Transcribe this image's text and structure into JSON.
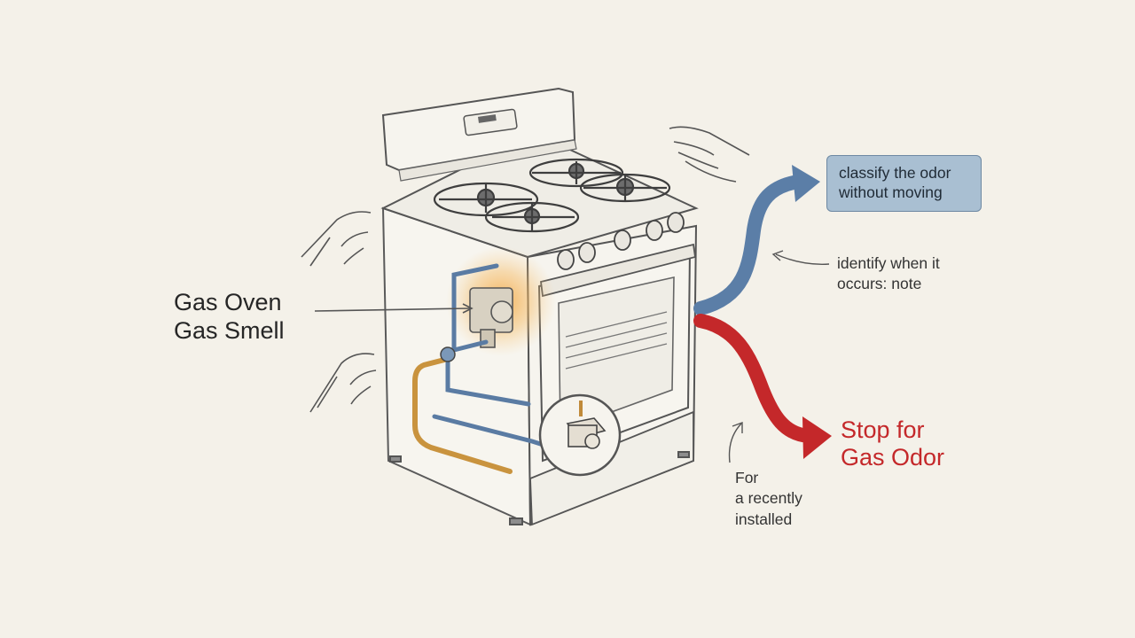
{
  "title": {
    "line1": "Gas Oven",
    "line2": "Gas Smell"
  },
  "callout": {
    "line1": "classify the odor",
    "line2": "without moving"
  },
  "note_identify": {
    "line1": "identify when it",
    "line2": "occurs: note"
  },
  "warning": {
    "line1": "Stop for",
    "line2": "Gas Odor"
  },
  "note_recent": {
    "line1": "For",
    "line2": "a recently",
    "line3": "installed"
  },
  "colors": {
    "background": "#f4f1e9",
    "blue_arrow": "#5b7ea7",
    "red_arrow": "#c4282a",
    "callout_fill": "#a9bfd2",
    "leak_glow": "#f0a845",
    "gas_line": "#c9933e"
  }
}
